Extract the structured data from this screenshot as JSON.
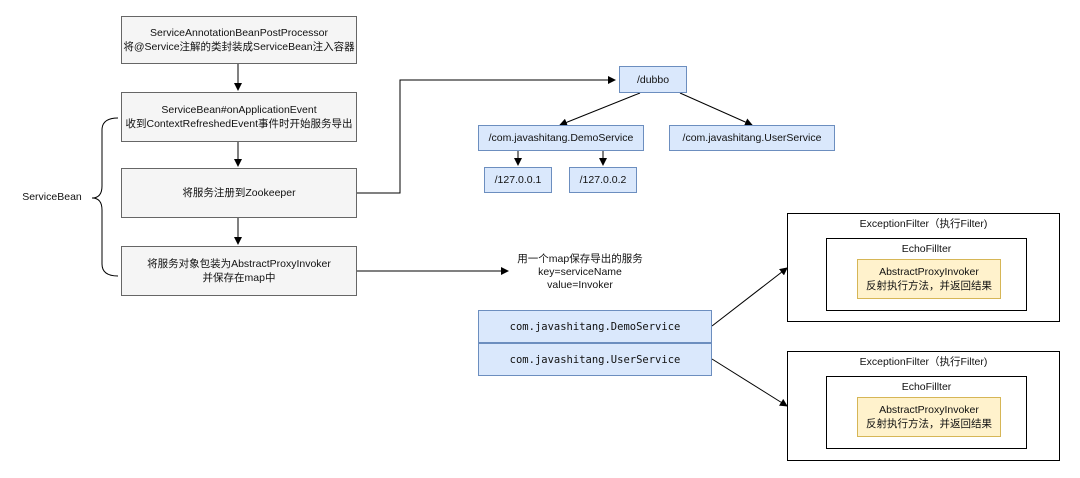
{
  "flow": {
    "step1": {
      "line1": "ServiceAnnotationBeanPostProcessor",
      "line2": "将@Service注解的类封装成ServiceBean注入容器"
    },
    "step2": {
      "line1": "ServiceBean#onApplicationEvent",
      "line2": "收到ContextRefreshedEvent事件时开始服务导出"
    },
    "step3": {
      "line1": "将服务注册到Zookeeper"
    },
    "step4": {
      "line1": "将服务对象包装为AbstractProxyInvoker",
      "line2": "并保存在map中"
    },
    "brace_label": "ServiceBean"
  },
  "zookeeper": {
    "root": "/dubbo",
    "services": [
      "/com.javashitang.DemoService",
      "/com.javashitang.UserService"
    ],
    "providers": [
      "/127.0.0.1",
      "/127.0.0.2"
    ]
  },
  "map": {
    "caption": {
      "line1": "用一个map保存导出的服务",
      "line2": "key=serviceName",
      "line3": "value=Invoker"
    },
    "entries": [
      "com.javashitang.DemoService",
      "com.javashitang.UserService"
    ]
  },
  "invokers": [
    {
      "outer": "ExceptionFilter（执行Filter)",
      "middle": "EchoFillter",
      "inner_line1": "AbstractProxyInvoker",
      "inner_line2": "反射执行方法，并返回结果"
    },
    {
      "outer": "ExceptionFilter（执行Filter)",
      "middle": "EchoFillter",
      "inner_line1": "AbstractProxyInvoker",
      "inner_line2": "反射执行方法，并返回结果"
    }
  ],
  "colors": {
    "gray_fill": "#f5f5f5",
    "gray_stroke": "#666666",
    "blue_fill": "#dae8fc",
    "blue_stroke": "#6c8ebf",
    "yellow_fill": "#fff2cc",
    "yellow_stroke": "#d6b656"
  }
}
